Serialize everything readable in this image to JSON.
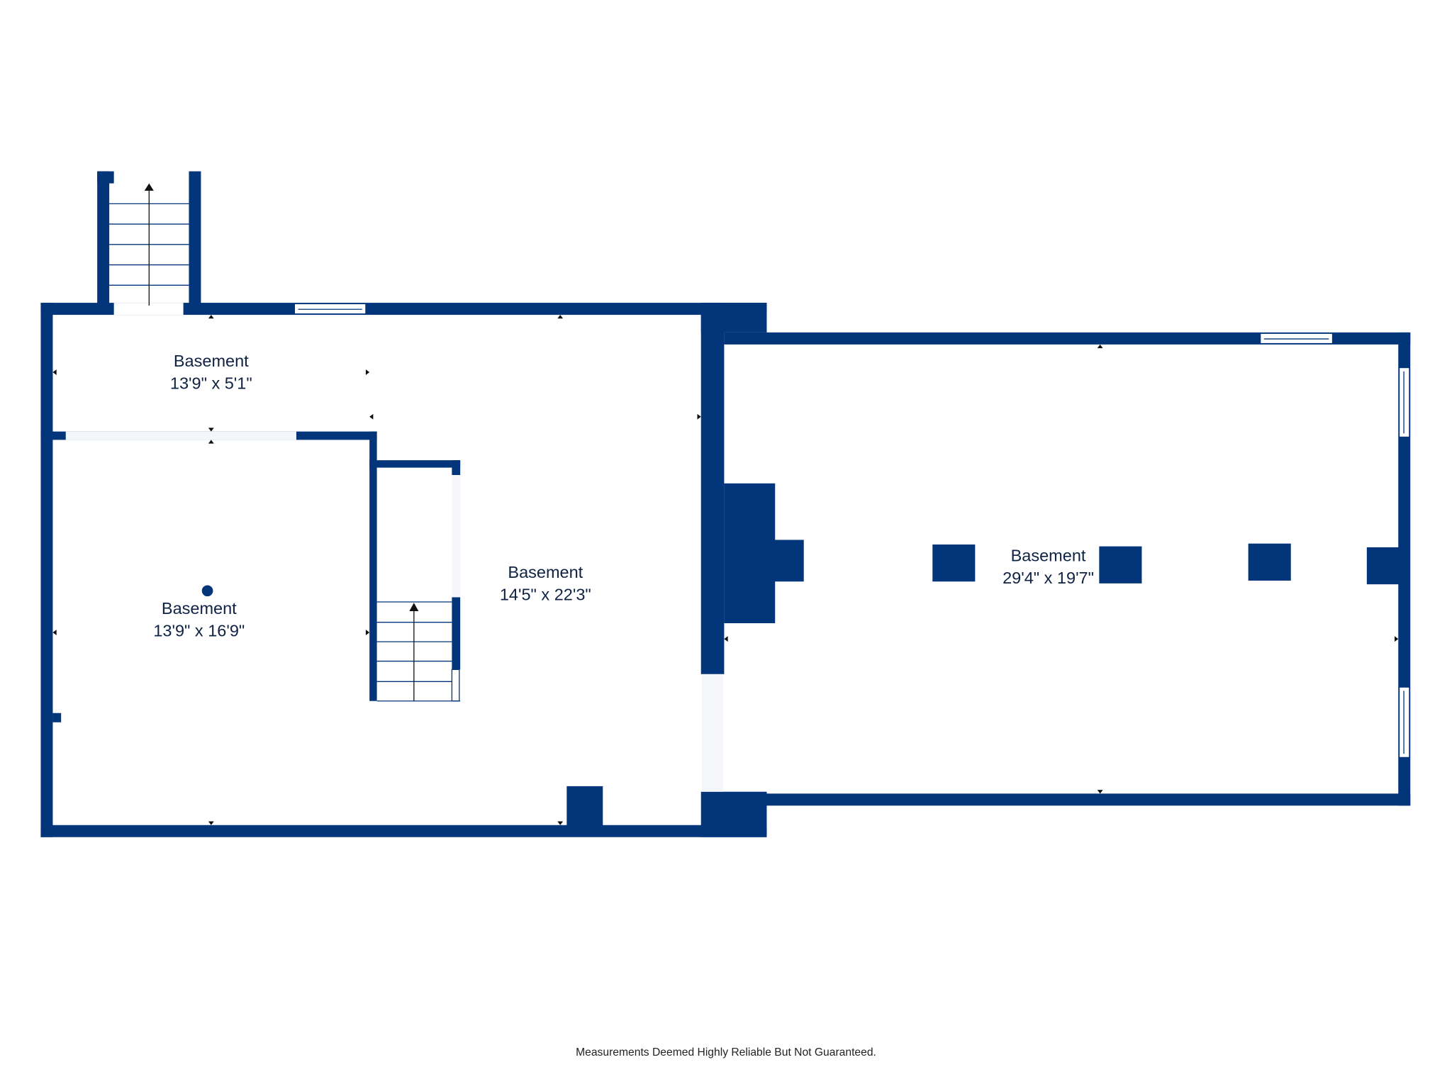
{
  "colors": {
    "wall": "#02357a",
    "background": "#ffffff"
  },
  "rooms": [
    {
      "name": "Basement",
      "dims": "13'9\" x 5'1\""
    },
    {
      "name": "Basement",
      "dims": "13'9\" x 16'9\""
    },
    {
      "name": "Basement",
      "dims": "14'5\" x 22'3\""
    },
    {
      "name": "Basement",
      "dims": "29'4\" x 19'7\""
    }
  ],
  "footer": "Measurements Deemed Highly Reliable But Not Guaranteed."
}
